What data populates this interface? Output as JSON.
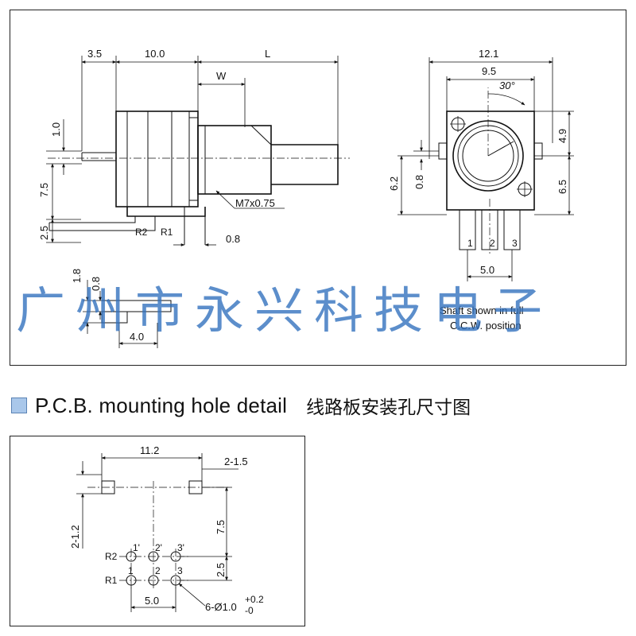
{
  "side_view": {
    "dims": {
      "d1": "3.5",
      "d2": "10.0",
      "d3": "L",
      "d4": "W",
      "d5": "1.0",
      "d6": "7.5",
      "d7": "2.5",
      "d8": "0.8",
      "d9": "1.8",
      "d10": "0.8",
      "d11": "4.0"
    },
    "thread_label": "M7x0.75",
    "pin_labels": [
      "R2",
      "R1"
    ]
  },
  "front_view": {
    "dims": {
      "width": "12.1",
      "inner": "9.5",
      "angle": "30°",
      "top": "4.9",
      "h1": "6.2",
      "h2": "0.8",
      "h3": "6.5",
      "pitch": "5.0"
    },
    "pins": [
      "1",
      "2",
      "3"
    ],
    "note_line1": "Shaft shown in full",
    "note_line2": "C.C.W. position"
  },
  "watermark": "广州市永兴科技电子",
  "pcb_section": {
    "title_en": "P.C.B. mounting hole detail",
    "title_cn": "线路板安装孔尺寸图",
    "dims": {
      "span": "11.2",
      "slot": "2-1.5",
      "left": "2-1.2",
      "v1": "7.5",
      "v2": "2.5",
      "pitch": "5.0",
      "hole": "6-Ø1.0",
      "tol_plus": "+0.2",
      "tol_minus": "-0"
    },
    "row_labels": [
      "R2",
      "R1"
    ],
    "top_pins": [
      "1'",
      "2'",
      "3'"
    ],
    "bottom_pins": [
      "1",
      "2",
      "3"
    ]
  }
}
